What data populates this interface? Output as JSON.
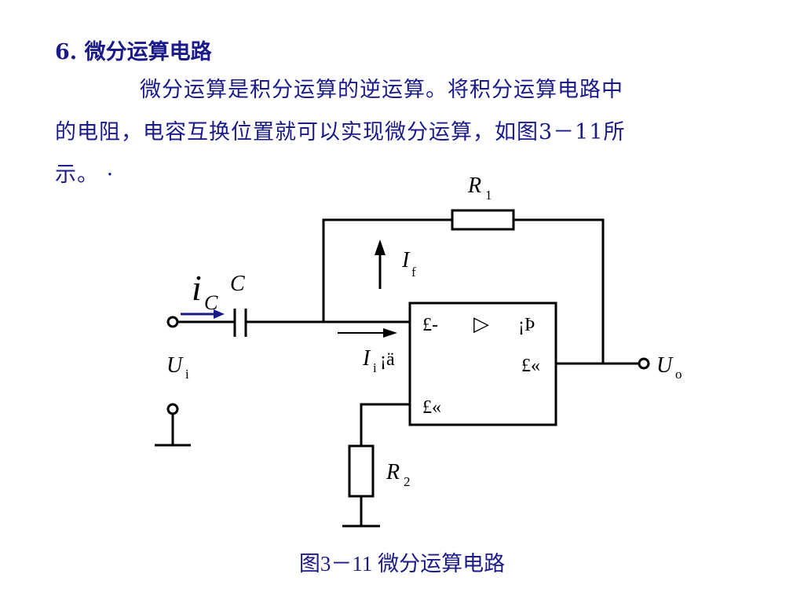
{
  "heading": "6.  微分运算电路",
  "paragraph": {
    "line1": "微分运算是积分运算的逆运算。将积分运算电路中",
    "line2": "的电阻，电容互换位置就可以实现微分运算，如图3－11所",
    "line3": "示。 ·"
  },
  "circuit": {
    "r1_label": "R",
    "r1_sub": "1",
    "if_label": "I",
    "if_sub": "f",
    "ic_label": "i",
    "ic_sub": "C",
    "c_label": "C",
    "ui_label": "U",
    "ui_sub": "i",
    "ii_label": "I",
    "ii_sub": "i",
    "ii_suffix": "¡ä",
    "minus_input": "£-",
    "triangle": "▷",
    "infinity": "¡Þ",
    "output_plus": "£«",
    "plus_input": "£«",
    "uo_label": "U",
    "uo_sub": "o",
    "r2_label": "R",
    "r2_sub": "2",
    "colors": {
      "wire": "#000000",
      "ic_arrow": "#1a1a8a",
      "text": "#1a1a8a"
    }
  },
  "caption": "图3－11 微分运算电路"
}
